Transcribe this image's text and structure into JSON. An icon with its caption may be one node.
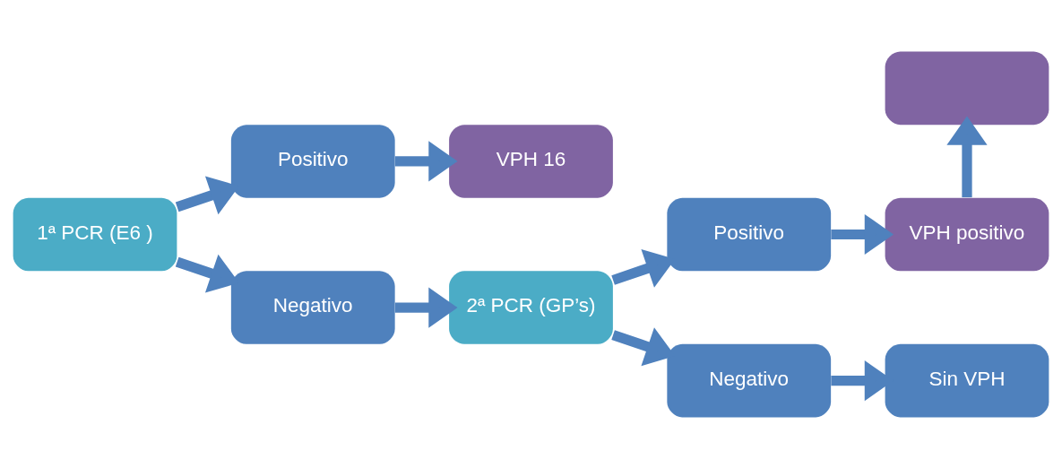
{
  "diagram": {
    "nodes": [
      {
        "text": [
          "1ª PCR (E6 )"
        ]
      },
      {
        "text": [
          "Positivo"
        ]
      },
      {
        "text": [
          "VPH 16"
        ]
      },
      {
        "text": [
          "Negativo"
        ]
      },
      {
        "text": [
          "2ª PCR (GP’s)"
        ]
      },
      {
        "text": [
          "Positivo"
        ]
      },
      {
        "text": [
          "VPH positivo"
        ]
      },
      {
        "text": [
          "Negativo"
        ]
      },
      {
        "text": [
          "Sin VPH"
        ]
      },
      {
        "text": [],
        "shape": "box"
      }
    ],
    "edges": [
      {
        "from": 0,
        "to": 1,
        "arrow": "to"
      },
      {
        "from": 0,
        "to": 3,
        "arrow": "to"
      },
      {
        "from": 1,
        "to": 2,
        "arrow": "to"
      },
      {
        "from": 3,
        "to": 4,
        "arrow": "to"
      },
      {
        "from": 4,
        "to": 5,
        "arrow": "to"
      },
      {
        "from": 4,
        "to": 7,
        "arrow": "to"
      },
      {
        "from": 5,
        "to": 6,
        "arrow": "to"
      },
      {
        "from": 7,
        "to": 8,
        "arrow": "to"
      },
      {
        "from": 6,
        "to": 9,
        "arrow": "to"
      }
    ]
  }
}
